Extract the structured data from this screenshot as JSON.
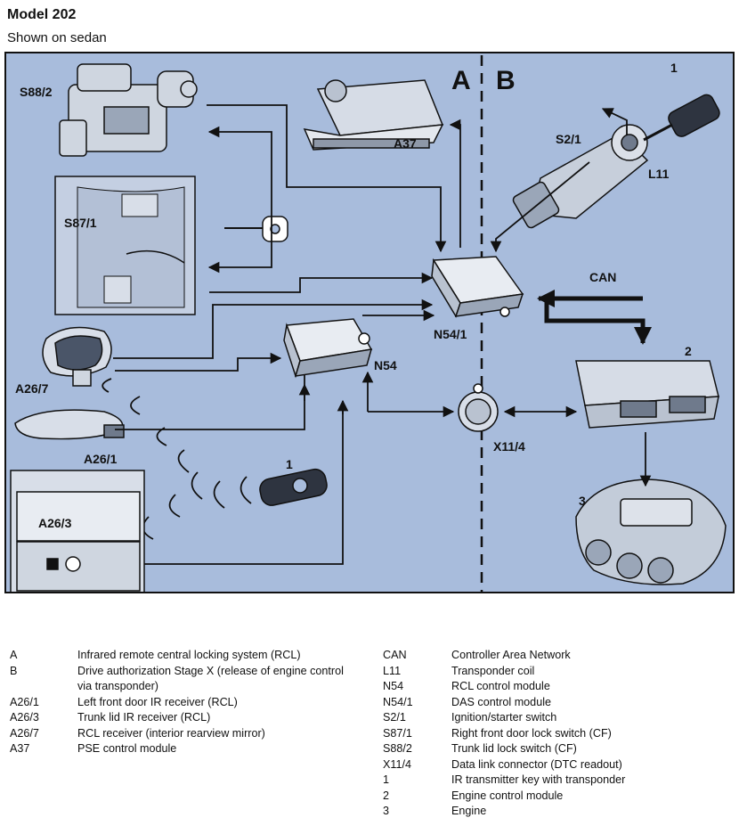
{
  "header": {
    "title": "Model 202",
    "subtitle": "Shown on sedan"
  },
  "diagram": {
    "section_a": "A",
    "section_b": "B",
    "labels": {
      "s88_2": "S88/2",
      "a37": "A37",
      "s2_1": "S2/1",
      "l11": "L11",
      "key_1_top": "1",
      "s87_1": "S87/1",
      "can": "CAN",
      "n54_1": "N54/1",
      "n54": "N54",
      "a26_7": "A26/7",
      "ecm_2": "2",
      "a26_1": "A26/1",
      "x11_4": "X11/4",
      "key_1_bottom": "1",
      "engine_3": "3",
      "a26_3": "A26/3"
    }
  },
  "legend_left": [
    {
      "code": "A",
      "desc": "Infrared remote central locking system (RCL)"
    },
    {
      "code": "B",
      "desc": "Drive authorization Stage X (release of engine control via transponder)"
    },
    {
      "code": "A26/1",
      "desc": "Left front door IR receiver (RCL)"
    },
    {
      "code": "A26/3",
      "desc": "Trunk lid IR receiver (RCL)"
    },
    {
      "code": "A26/7",
      "desc": "RCL receiver (interior rearview mirror)"
    },
    {
      "code": "A37",
      "desc": "PSE control module"
    }
  ],
  "legend_right": [
    {
      "code": "CAN",
      "desc": "Controller Area Network"
    },
    {
      "code": "L11",
      "desc": "Transponder coil"
    },
    {
      "code": "N54",
      "desc": "RCL control module"
    },
    {
      "code": "N54/1",
      "desc": "DAS control module"
    },
    {
      "code": "S2/1",
      "desc": "Ignition/starter switch"
    },
    {
      "code": "S87/1",
      "desc": "Right front door lock switch (CF)"
    },
    {
      "code": "S88/2",
      "desc": "Trunk lid lock switch (CF)"
    },
    {
      "code": "X11/4",
      "desc": "Data link connector (DTC readout)"
    },
    {
      "code": "1",
      "desc": "IR transmitter key with transponder"
    },
    {
      "code": "2",
      "desc": "Engine control module"
    },
    {
      "code": "3",
      "desc": "Engine"
    }
  ],
  "colors": {
    "diagram_background": "#a8bcdc",
    "line": "#111111"
  }
}
